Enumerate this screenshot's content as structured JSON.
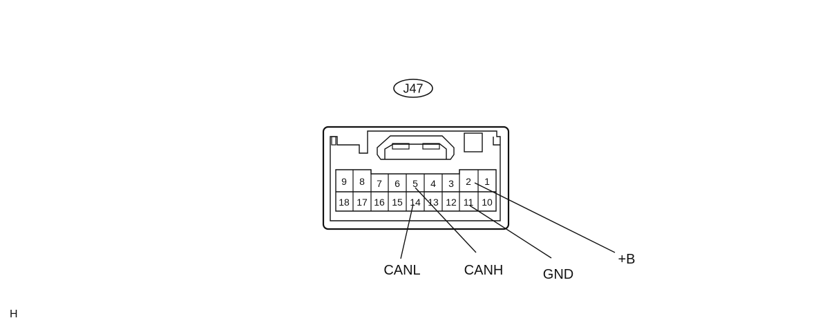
{
  "connector": {
    "id": "J47",
    "pins_top": [
      "9",
      "8",
      "7",
      "6",
      "5",
      "4",
      "3",
      "2",
      "1"
    ],
    "pins_bottom": [
      "18",
      "17",
      "16",
      "15",
      "14",
      "13",
      "12",
      "11",
      "10"
    ]
  },
  "signals": {
    "canl": "CANL",
    "canh": "CANH",
    "gnd": "GND",
    "plus_b": "+B"
  },
  "corner_mark": "H"
}
